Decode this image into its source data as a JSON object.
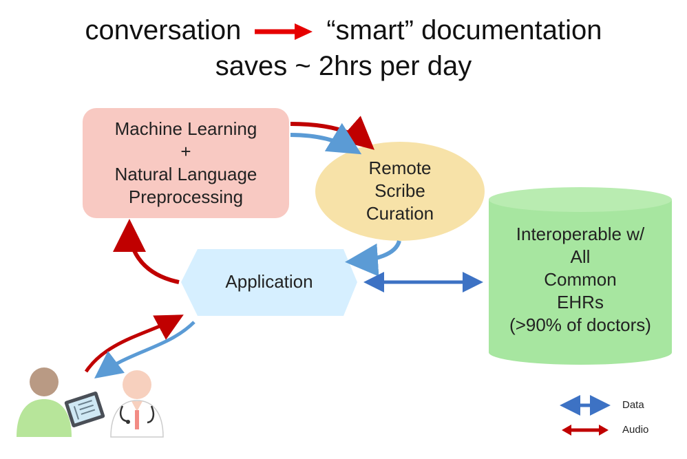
{
  "title": {
    "left": "conversation",
    "right": "“smart” documentation",
    "subtitle": "saves ~ 2hrs per day"
  },
  "nodes": {
    "ml": [
      "Machine Learning",
      "+",
      "Natural Language",
      "Preprocessing"
    ],
    "scribe": [
      "Remote",
      "Scribe",
      "Curation"
    ],
    "app": "Application",
    "ehr": [
      "Interoperable w/",
      "All",
      "Common",
      "EHRs",
      "(>90% of doctors)"
    ]
  },
  "legend": {
    "data": "Data",
    "audio": "Audio"
  },
  "colors": {
    "data_arrow": "#3d72c4",
    "light_data_arrow": "#5b9bd5",
    "audio_arrow": "#c00000",
    "title_arrow": "#e60000",
    "ml_box": "#f8c9c2",
    "scribe_ellipse": "#f7e2a8",
    "app_hex": "#d6efff",
    "ehr_cylinder": "#a7e6a0",
    "ehr_cylinder_top": "#b9ecb1"
  },
  "icons": [
    "patient-icon",
    "tablet-icon",
    "doctor-icon"
  ]
}
